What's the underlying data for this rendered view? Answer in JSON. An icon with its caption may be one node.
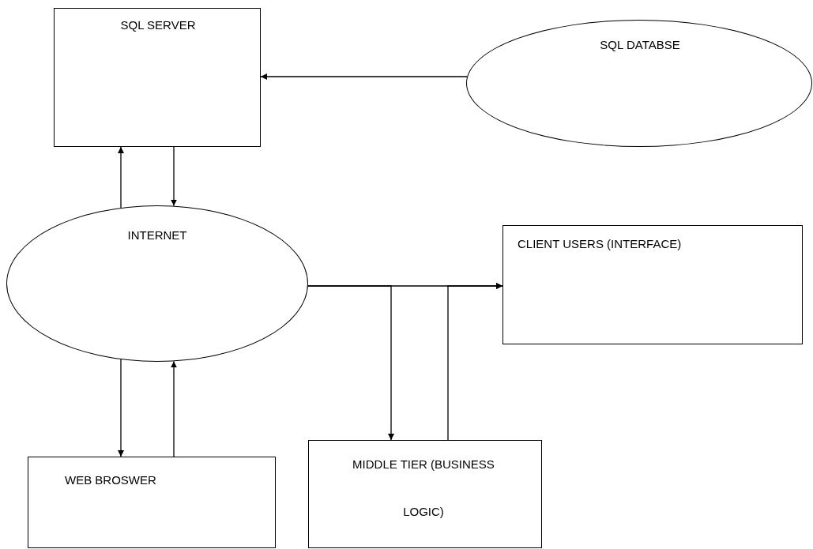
{
  "diagram": {
    "nodes": [
      {
        "text": [
          "SQL SERVER"
        ]
      },
      {
        "text": [
          "SQL DATABSE"
        ]
      },
      {
        "text": [
          "INTERNET"
        ]
      },
      {
        "text": [
          "CLIENT USERS (INTERFACE)"
        ]
      },
      {
        "text": [
          "WEB BROSWER"
        ]
      },
      {
        "text": [
          "MIDDLE TIER (BUSINESS LOGIC)"
        ]
      }
    ],
    "edges": [
      {
        "from": 1,
        "to": 0,
        "arrow": "to"
      },
      {
        "from": 2,
        "to": 0,
        "arrow": "to"
      },
      {
        "from": 0,
        "to": 2,
        "arrow": "to"
      },
      {
        "from": 2,
        "to": 3,
        "arrow": "to"
      },
      {
        "from": 2,
        "to": 4,
        "arrow": "to"
      },
      {
        "from": 4,
        "to": 2,
        "arrow": "to"
      },
      {
        "from": 2,
        "to": 5,
        "arrow": "to"
      },
      {
        "from": 5,
        "to": 3,
        "arrow": "to"
      }
    ]
  }
}
